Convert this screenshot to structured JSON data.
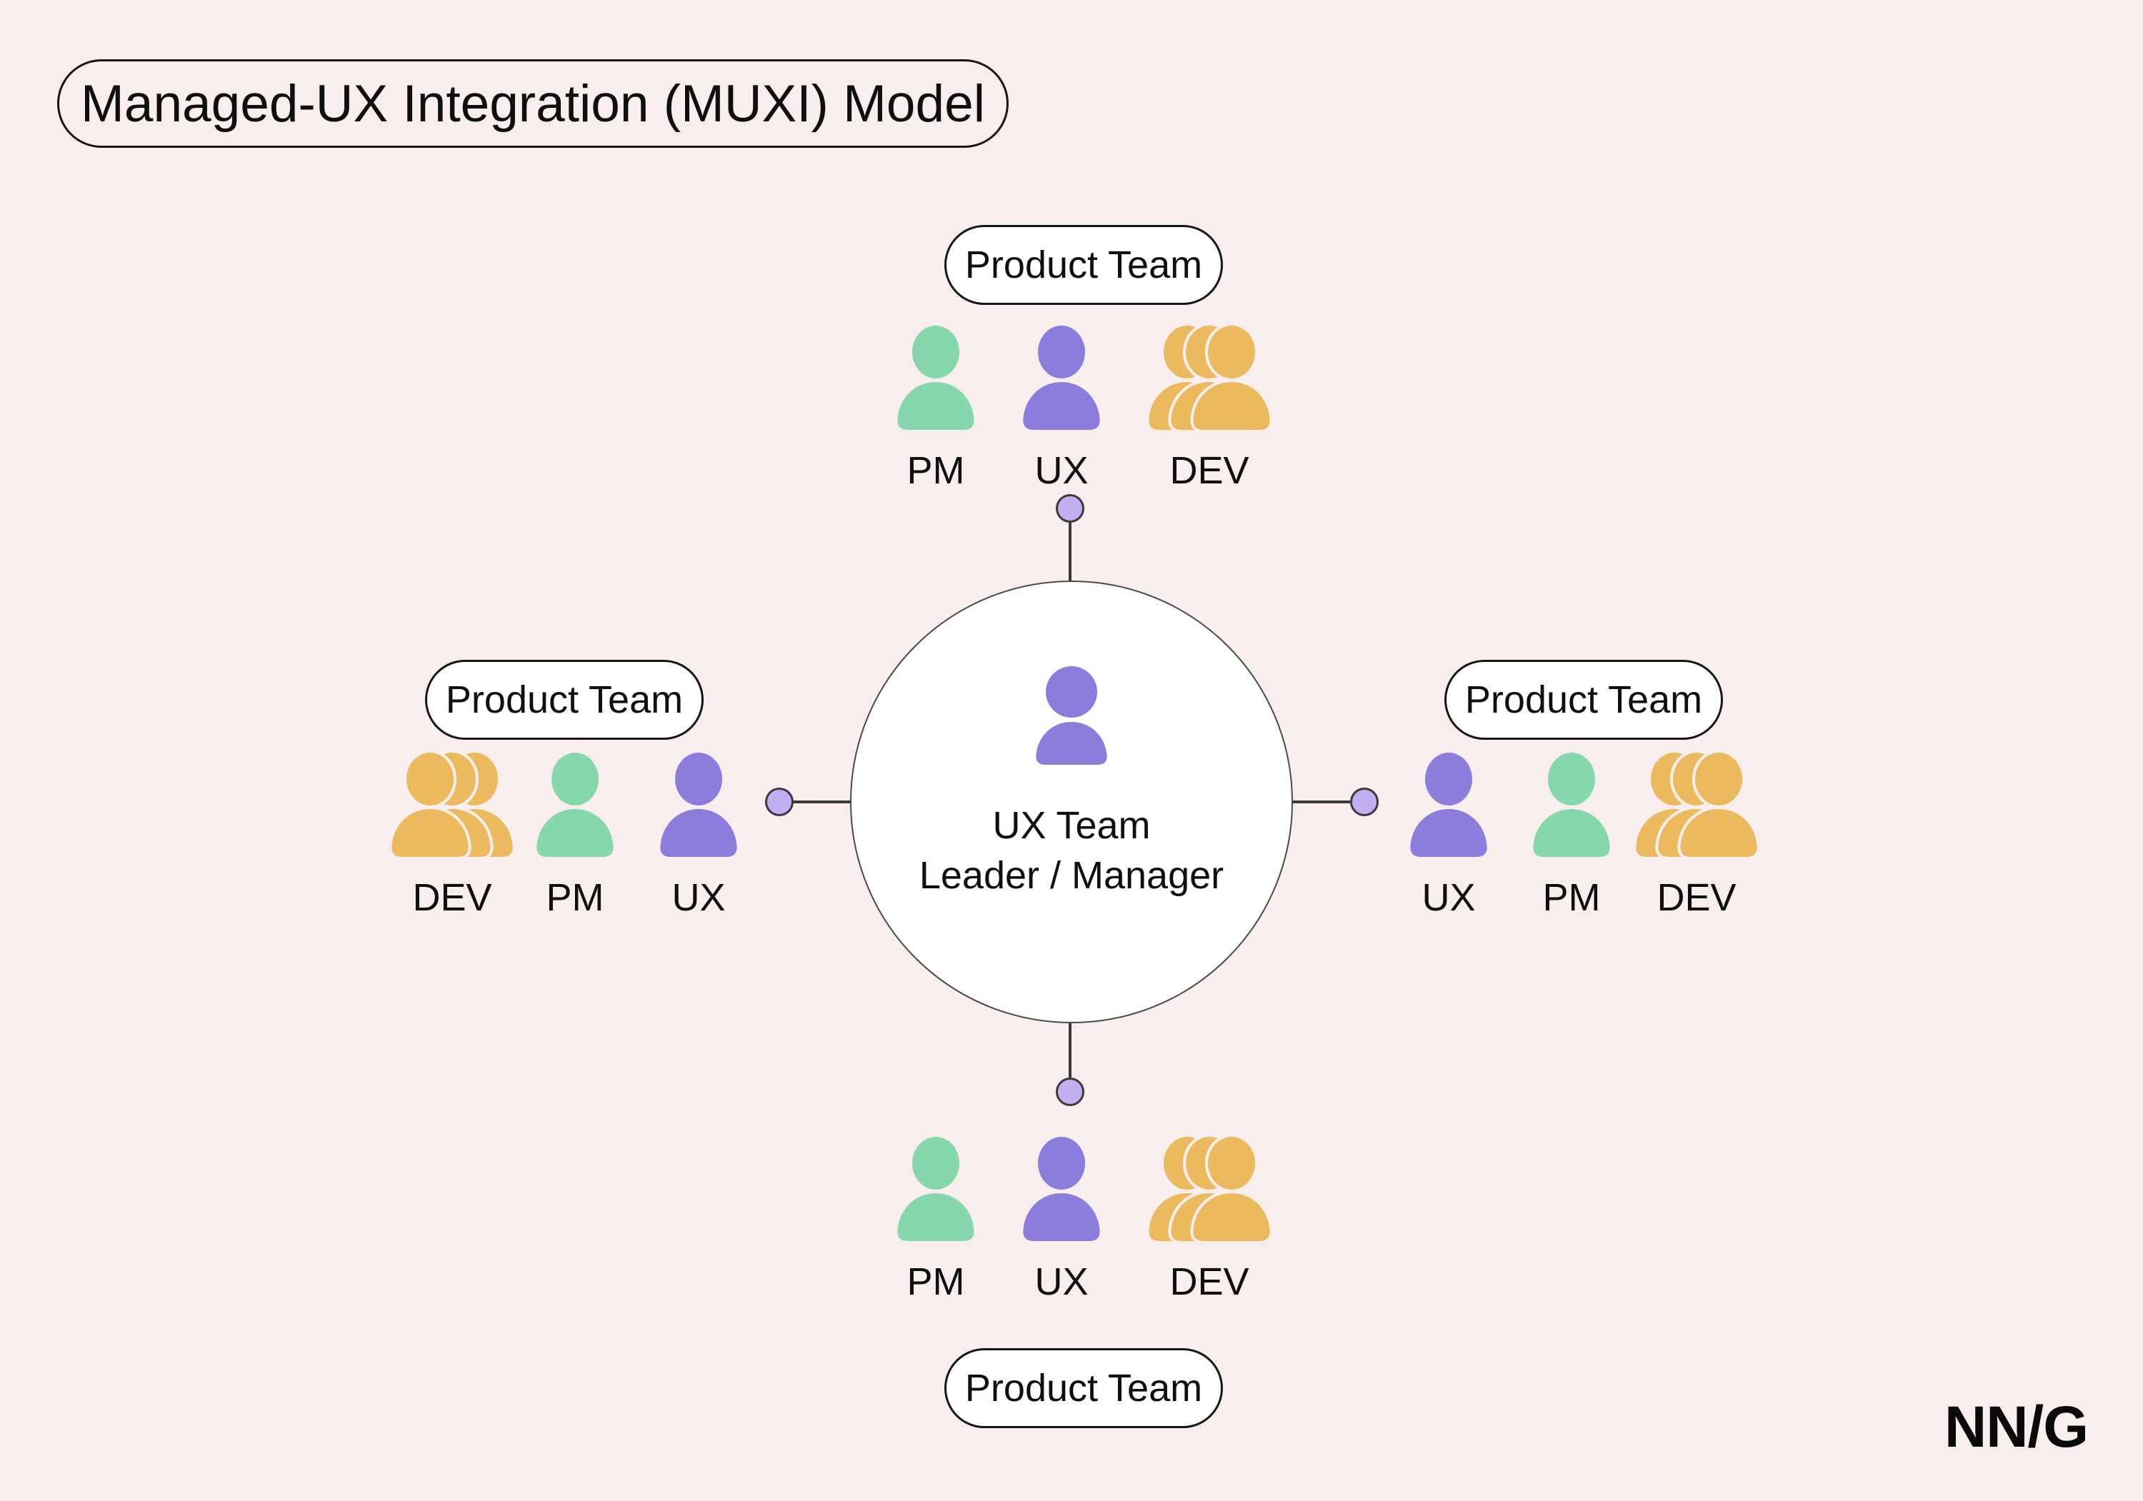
{
  "title": "Managed-UX Integration (MUXI) Model",
  "center_circle": {
    "role_line1": "UX Team",
    "role_line2": "Leader / Manager",
    "icon": "person-icon"
  },
  "teams": {
    "top": {
      "label": "Product Team",
      "members": [
        {
          "role": "PM",
          "icon": "person-icon"
        },
        {
          "role": "UX",
          "icon": "person-icon"
        },
        {
          "role": "DEV",
          "icon": "people-group-icon"
        }
      ]
    },
    "left": {
      "label": "Product Team",
      "members": [
        {
          "role": "DEV",
          "icon": "people-group-icon"
        },
        {
          "role": "PM",
          "icon": "person-icon"
        },
        {
          "role": "UX",
          "icon": "person-icon"
        }
      ]
    },
    "right": {
      "label": "Product Team",
      "members": [
        {
          "role": "UX",
          "icon": "person-icon"
        },
        {
          "role": "PM",
          "icon": "person-icon"
        },
        {
          "role": "DEV",
          "icon": "people-group-icon"
        }
      ]
    },
    "bottom": {
      "label": "Product Team",
      "members": [
        {
          "role": "PM",
          "icon": "person-icon"
        },
        {
          "role": "UX",
          "icon": "person-icon"
        },
        {
          "role": "DEV",
          "icon": "people-group-icon"
        }
      ]
    }
  },
  "logo": "NN/G",
  "colors": {
    "background": "#F8EEEE",
    "pm_green": "#87D7AC",
    "ux_purple": "#8C7CDB",
    "dev_orange": "#ECBA5E",
    "dot_fill": "#C2AEF3",
    "line_dark": "#3A3A3A"
  }
}
